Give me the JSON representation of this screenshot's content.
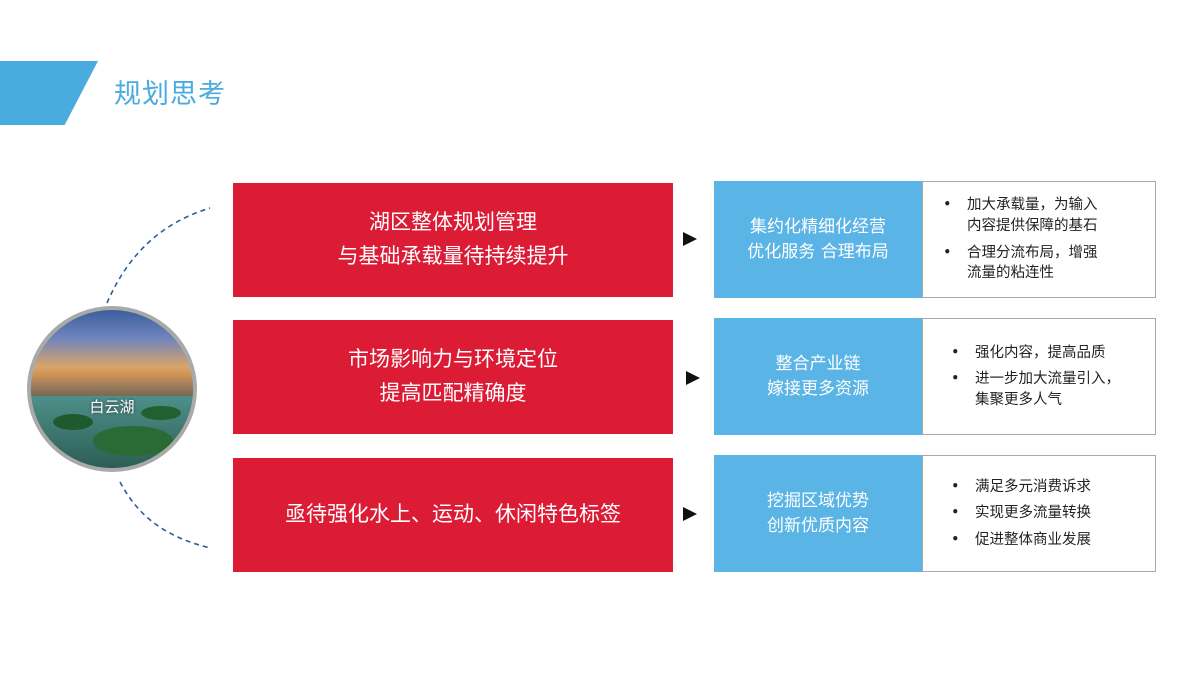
{
  "header": {
    "title": "规划思考"
  },
  "photo": {
    "label": "白云湖"
  },
  "rows": [
    {
      "red": [
        "湖区整体规划管理",
        "与基础承载量待持续提升"
      ],
      "blue": [
        "集约化精细化经营",
        "优化服务 合理布局"
      ],
      "bullets": [
        [
          "加大承载量，为输入",
          "内容提供保障的基石"
        ],
        [
          "合理分流布局，增强",
          "流量的粘连性"
        ]
      ]
    },
    {
      "red": [
        "市场影响力与环境定位",
        "提高匹配精确度"
      ],
      "blue": [
        "整合产业链",
        "嫁接更多资源"
      ],
      "bullets": [
        [
          "强化内容，提高品质"
        ],
        [
          "进一步加大流量引入，",
          "集聚更多人气"
        ]
      ]
    },
    {
      "red": [
        "亟待强化水上、运动、休闲特色标签"
      ],
      "blue": [
        "挖掘区域优势",
        "创新优质内容"
      ],
      "bullets": [
        [
          "满足多元消费诉求"
        ],
        [
          "实现更多流量转换"
        ],
        [
          "促进整体商业发展"
        ]
      ]
    }
  ],
  "colors": {
    "accent": "#4aabdf",
    "red": "#dc1b35",
    "blue": "#5ab4e5"
  }
}
